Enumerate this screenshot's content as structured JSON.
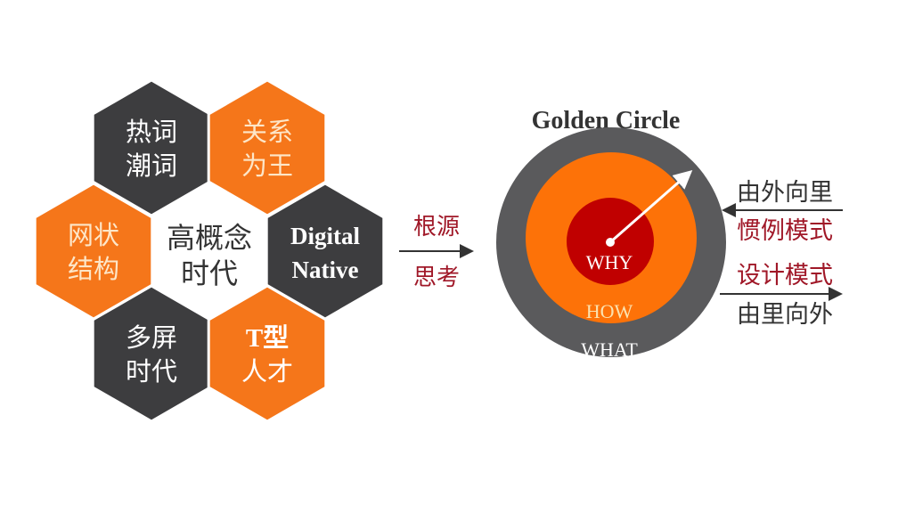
{
  "colors": {
    "dark": "#3d3d3f",
    "orange": "#f5761a",
    "white": "#ffffff",
    "outer_ring": "#5a5a5c",
    "middle_ring": "#fd7208",
    "core": "#c00000",
    "accent_red": "#a01828",
    "text": "#333333"
  },
  "hexagons": {
    "center": [
      "高概念",
      "时代"
    ],
    "items": [
      {
        "lines": [
          "热词",
          "潮词"
        ],
        "color": "dark"
      },
      {
        "lines": [
          "关系",
          "为王"
        ],
        "color": "orange"
      },
      {
        "lines": [
          "网状",
          "结构"
        ],
        "color": "orange"
      },
      {
        "lines": [
          "Digital",
          "Native"
        ],
        "color": "dark"
      },
      {
        "lines": [
          "多屏",
          "时代"
        ],
        "color": "dark"
      },
      {
        "lines": [
          "T型",
          "人才"
        ],
        "color": "orange"
      }
    ]
  },
  "connector": {
    "top": "根源",
    "bottom": "思考"
  },
  "golden_circle": {
    "title": "Golden Circle",
    "core": "WHY",
    "middle": "HOW",
    "outer": "WHAT"
  },
  "right_labels": {
    "inward_direction": "由外向里",
    "inward_mode": "惯例模式",
    "outward_mode": "设计模式",
    "outward_direction": "由里向外"
  }
}
